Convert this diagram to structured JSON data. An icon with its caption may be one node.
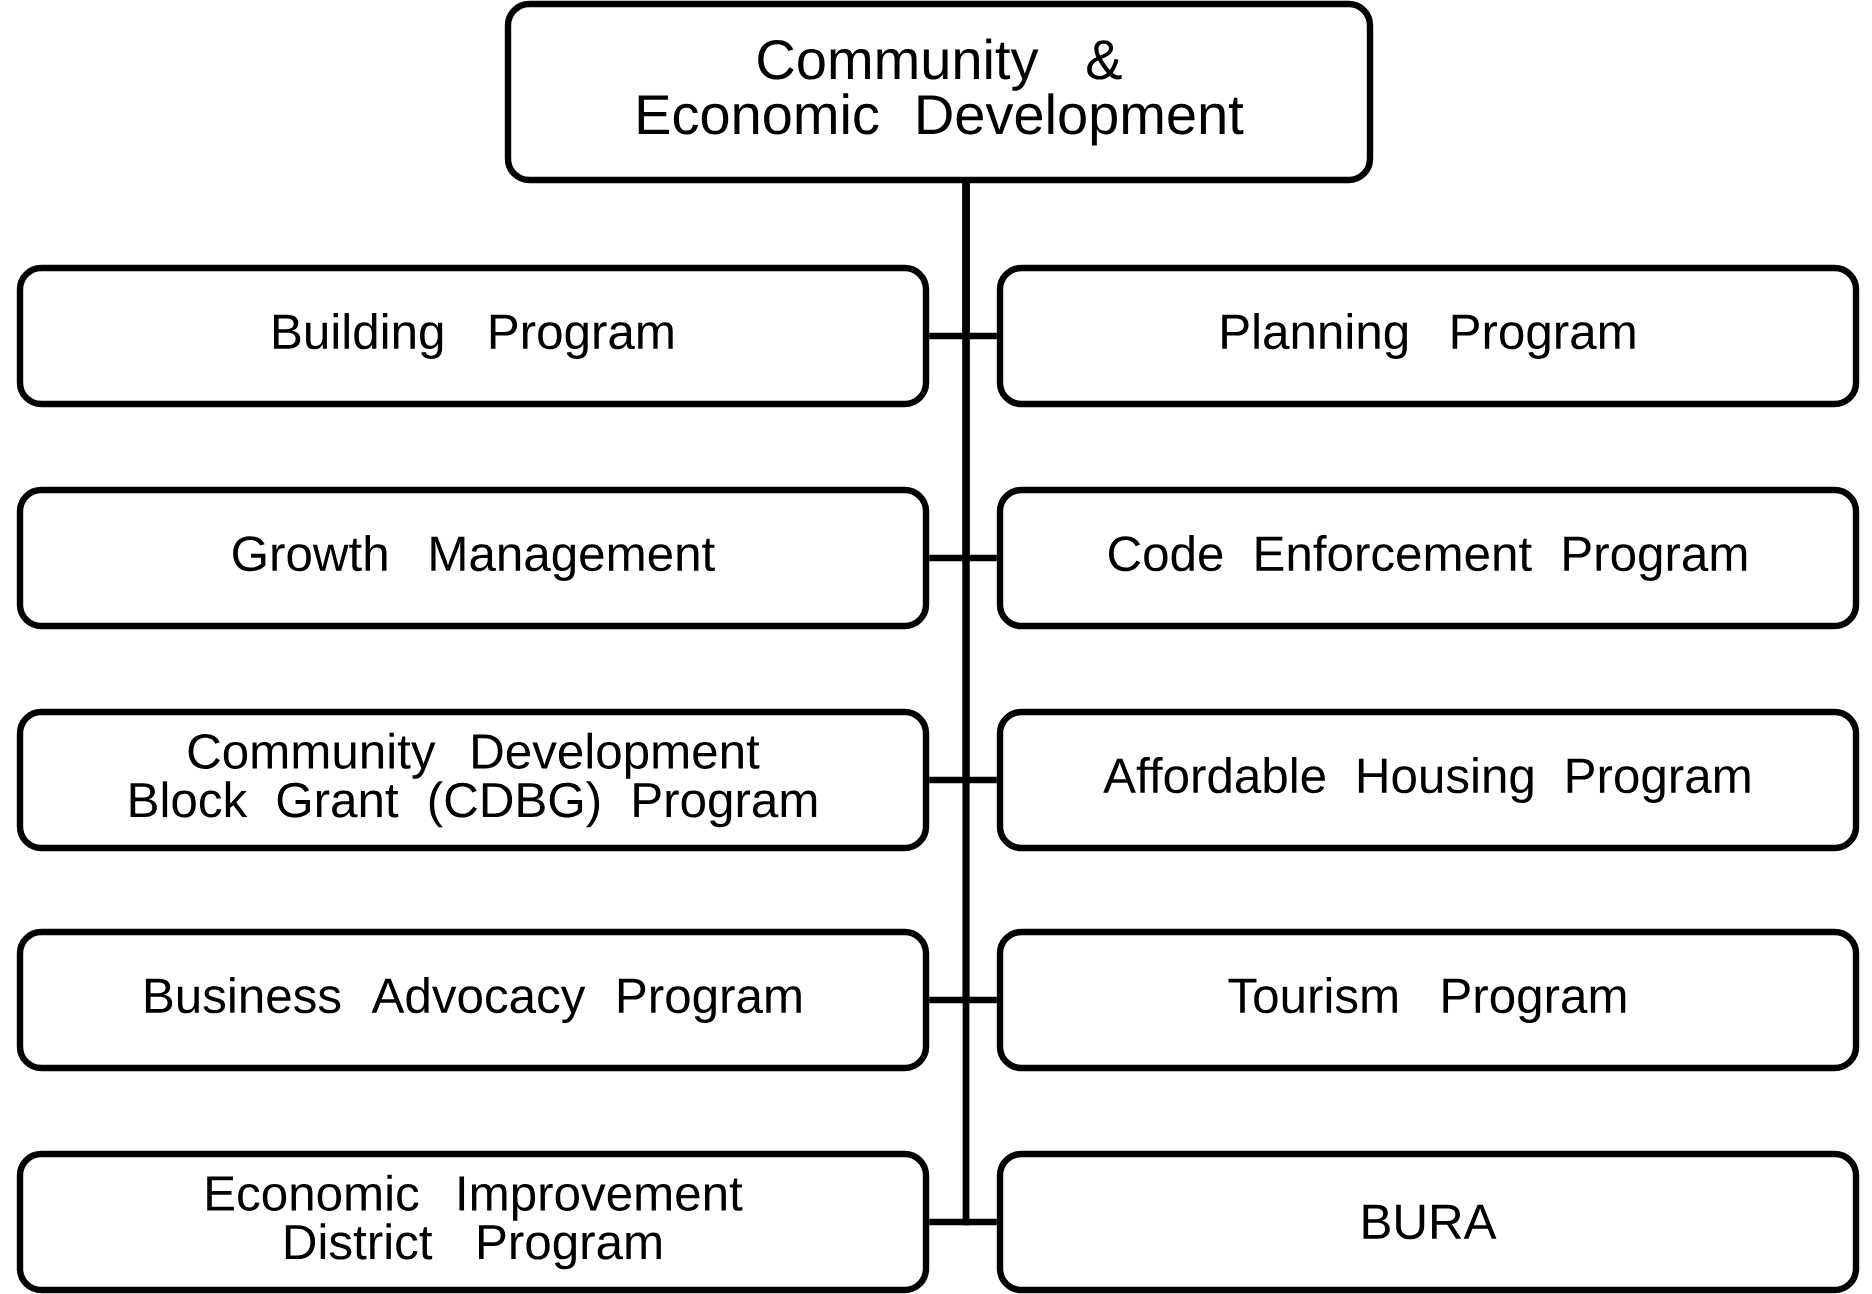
{
  "diagram": {
    "nodes": [
      {
        "text": [
          "Community & Economic Development"
        ]
      },
      {
        "text": [
          "Building Program"
        ]
      },
      {
        "text": [
          "Planning Program"
        ]
      },
      {
        "text": [
          "Growth Management"
        ]
      },
      {
        "text": [
          "Code Enforcement Program"
        ]
      },
      {
        "text": [
          "Community Development Block Grant (CDBG) Program"
        ]
      },
      {
        "text": [
          "Affordable Housing Program"
        ]
      },
      {
        "text": [
          "Business Advocacy Program"
        ]
      },
      {
        "text": [
          "Tourism Program"
        ]
      },
      {
        "text": [
          "Economic Improvement District Program"
        ]
      },
      {
        "text": [
          "BURA"
        ]
      }
    ],
    "edges": [
      {
        "from": 0,
        "to": 1,
        "arrow": "none"
      },
      {
        "from": 0,
        "to": 2,
        "arrow": "none"
      },
      {
        "from": 0,
        "to": 3,
        "arrow": "none"
      },
      {
        "from": 0,
        "to": 4,
        "arrow": "none"
      },
      {
        "from": 0,
        "to": 5,
        "arrow": "none"
      },
      {
        "from": 0,
        "to": 6,
        "arrow": "none"
      },
      {
        "from": 0,
        "to": 7,
        "arrow": "none"
      },
      {
        "from": 0,
        "to": 8,
        "arrow": "none"
      },
      {
        "from": 0,
        "to": 9,
        "arrow": "none"
      },
      {
        "from": 0,
        "to": 10,
        "arrow": "none"
      }
    ]
  }
}
